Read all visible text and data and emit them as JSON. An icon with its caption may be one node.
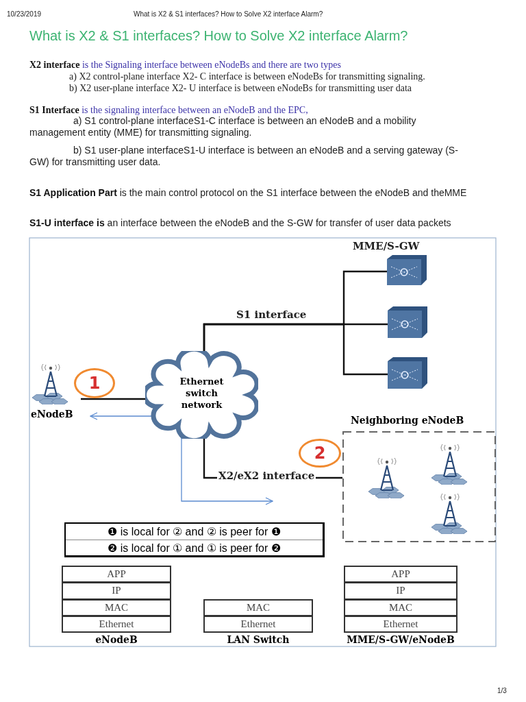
{
  "diagram": {
    "title": "What is X2 & S1 interfaces? How to Solve X2 interface Alarm?",
    "nodes": [
      {
        "text": [],
        "shape": "box",
        "beside": [
          "MME/S-GW"
        ]
      },
      {
        "text": [],
        "shape": "box"
      },
      {
        "text": [],
        "shape": "box"
      },
      {
        "text": [
          "eNodeB"
        ]
      },
      {
        "text": [
          "1"
        ]
      },
      {
        "text": [
          "Ethernet switch network"
        ]
      },
      {
        "text": [
          "Neighboring eNodeB"
        ]
      },
      {
        "text": [
          "2"
        ]
      },
      {
        "text": [
          "❶ is local for ② and ② is peer for ❶",
          "❷ is local for ① and ① is peer for ❷"
        ]
      },
      {
        "text": [
          "eNodeB"
        ]
      },
      {
        "text": [
          "APP"
        ],
        "in": 9
      },
      {
        "text": [
          "IP"
        ],
        "in": 9
      },
      {
        "text": [
          "MAC"
        ],
        "in": 9
      },
      {
        "text": [
          "Ethernet"
        ],
        "in": 9
      },
      {
        "text": [
          "LAN Switch"
        ]
      },
      {
        "text": [
          "MAC"
        ],
        "in": 14
      },
      {
        "text": [
          "Ethernet"
        ],
        "in": 14
      },
      {
        "text": [
          "MME/S-GW/eNodeB"
        ]
      },
      {
        "text": [
          "APP"
        ],
        "in": 17
      },
      {
        "text": [
          "IP"
        ],
        "in": 17
      },
      {
        "text": [
          "MAC"
        ],
        "in": 17
      },
      {
        "text": [
          "Ethernet"
        ],
        "in": 17
      }
    ],
    "edges": [
      {
        "from": 3,
        "to": 5,
        "arrow": "none"
      },
      {
        "from": 5,
        "to": 0,
        "arrow": "none"
      },
      {
        "from": 5,
        "to": 1,
        "arrow": "none",
        "label": "S1 interface"
      },
      {
        "from": 5,
        "to": 2,
        "arrow": "none"
      },
      {
        "from": 5,
        "to": 6,
        "arrow": "none",
        "label": "X2/eX2 interface"
      },
      {
        "from": null,
        "to": 3,
        "arrow": "both",
        "color": "#5b8bd0"
      }
    ],
    "labels": [
      "10/23/2019",
      "What is X2 & S1 interfaces? How to Solve X2 interface Alarm?",
      "**X2 interface** is the Signaling interface between eNodeBs and there are two types",
      "a) X2 control-plane interface X2- C interface is between eNodeBs for transmitting signaling.",
      "b) X2 user-plane interface X2- U interface is between eNodeBs for transmitting user data",
      "**S1 Interface** is the signaling interface between an eNodeB and the EPC,",
      "a) S1 control-plane interfaceS1-C interface is between an eNodeB and a mobility management entity (MME) for transmitting signaling.",
      "b) S1 user-plane interfaceS1-U interface is between an eNodeB and a serving gateway (S-GW) for transmitting user data.",
      "**S1 Application Part** is the main control protocol on the S1 interface between the eNodeB and theMME",
      "**S1-U interface is** an interface between the eNodeB and the S-GW for transfer of user data packets",
      "1/3"
    ]
  }
}
